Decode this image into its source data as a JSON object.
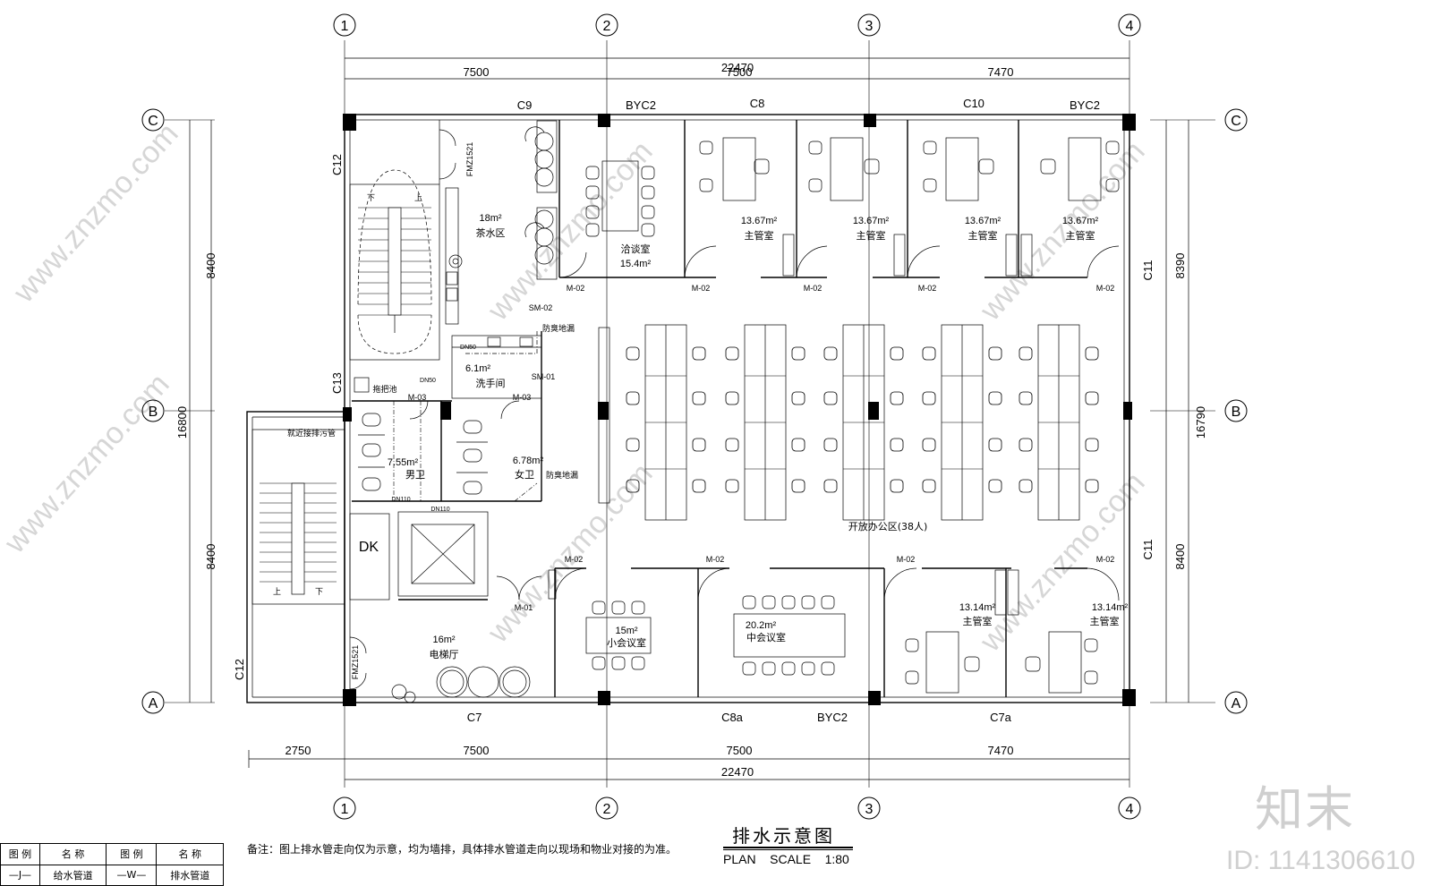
{
  "drawing": {
    "title": "排水示意图",
    "scale": "PLAN    SCALE    1:80",
    "note": "备注：图上排水管走向仅为示意，均为墙排，具体排水管道走向以现场和物业对接的为准。"
  },
  "grid": {
    "columns": [
      "1",
      "2",
      "3",
      "4"
    ],
    "rows": [
      "C",
      "B",
      "A"
    ]
  },
  "dimensions": {
    "top_total": "22470",
    "top_spans": [
      "7500",
      "7500",
      "7470"
    ],
    "bottom_spans": [
      "2750",
      "7500",
      "7500",
      "7470"
    ],
    "bottom_total": "22470",
    "left": [
      "8400",
      "16800",
      "8400"
    ],
    "right": [
      "8390",
      "16790",
      "8400"
    ]
  },
  "windows": {
    "top": [
      "C9",
      "BYC2",
      "C8",
      "C10",
      "BYC2"
    ],
    "bottom": [
      "C7",
      "C8a",
      "BYC2",
      "C7a"
    ],
    "left": [
      "C12",
      "C13",
      "C12"
    ],
    "right": [
      "C11",
      "C11"
    ]
  },
  "doors": {
    "fire_top": "FMZ1521",
    "fire_bottom": "FMZ1521",
    "m02": "M-02",
    "m01": "M-01",
    "m03": "M-03",
    "sm01": "SM-01",
    "sm02": "SM-02"
  },
  "rooms": {
    "tea_area": "18m²",
    "tea": "茶水区",
    "negotiation": "洽谈室",
    "negotiation_area": "15.4m²",
    "manager_area": "13.67m²",
    "manager": "主管室",
    "manager2_area": "13.14m²",
    "washroom_area": "6.1m²",
    "washroom": "洗手间",
    "men_area": "7.55m²",
    "men": "男卫",
    "women_area": "6.78m²",
    "women": "女卫",
    "open_office": "开放办公区(38人)",
    "small_meeting_area": "15m²",
    "small_meeting": "小会议室",
    "mid_meeting_area": "20.2m²",
    "mid_meeting": "中会议室",
    "lobby_area": "16m²",
    "lobby": "电梯厅",
    "shaft": "DK"
  },
  "annotations": {
    "floor_drain": "防臭地漏",
    "floor_drain2": "防臭地漏",
    "mop_pool": "拖把池",
    "connect_sewer": "就近接排污管",
    "dn50": "DN50",
    "dn110": "DN110",
    "stair_up": "上",
    "stair_down": "下"
  },
  "legend": {
    "headers": [
      "图 例",
      "名 称",
      "图 例",
      "名 称"
    ],
    "row": [
      "—J—",
      "给水管道",
      "—W—",
      "排水管道"
    ]
  },
  "watermark": {
    "site": "www.znzmo.com",
    "brand": "知末",
    "id": "ID: 1141306610"
  }
}
